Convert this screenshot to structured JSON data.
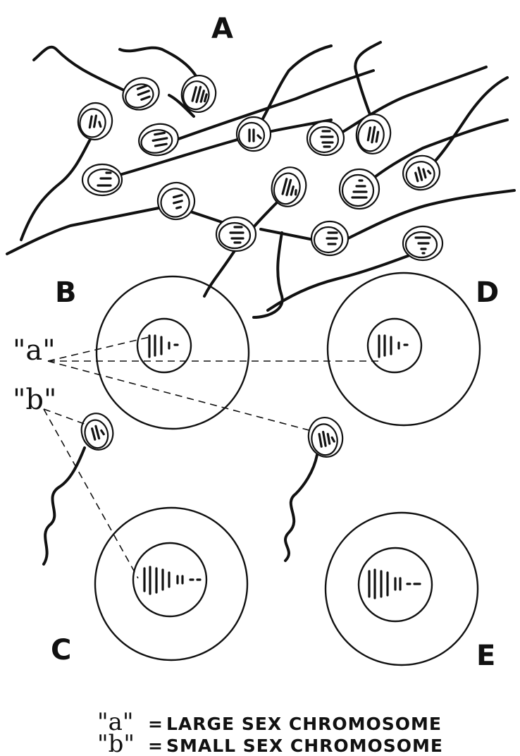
{
  "labels": {
    "panel_a": "A",
    "panel_b": "B",
    "panel_c": "C",
    "panel_d": "D",
    "panel_e": "E",
    "pointer_a": "\"a\"",
    "pointer_b": "\"b\""
  },
  "legend": [
    {
      "key": "\"a\"",
      "separator": "=",
      "text": "LARGE SEX CHROMOSOME"
    },
    {
      "key": "\"b\"",
      "separator": "=",
      "text": "SMALL SEX CHROMOSOME"
    }
  ],
  "colors": {
    "ink": "#111111",
    "background": "#ffffff"
  }
}
